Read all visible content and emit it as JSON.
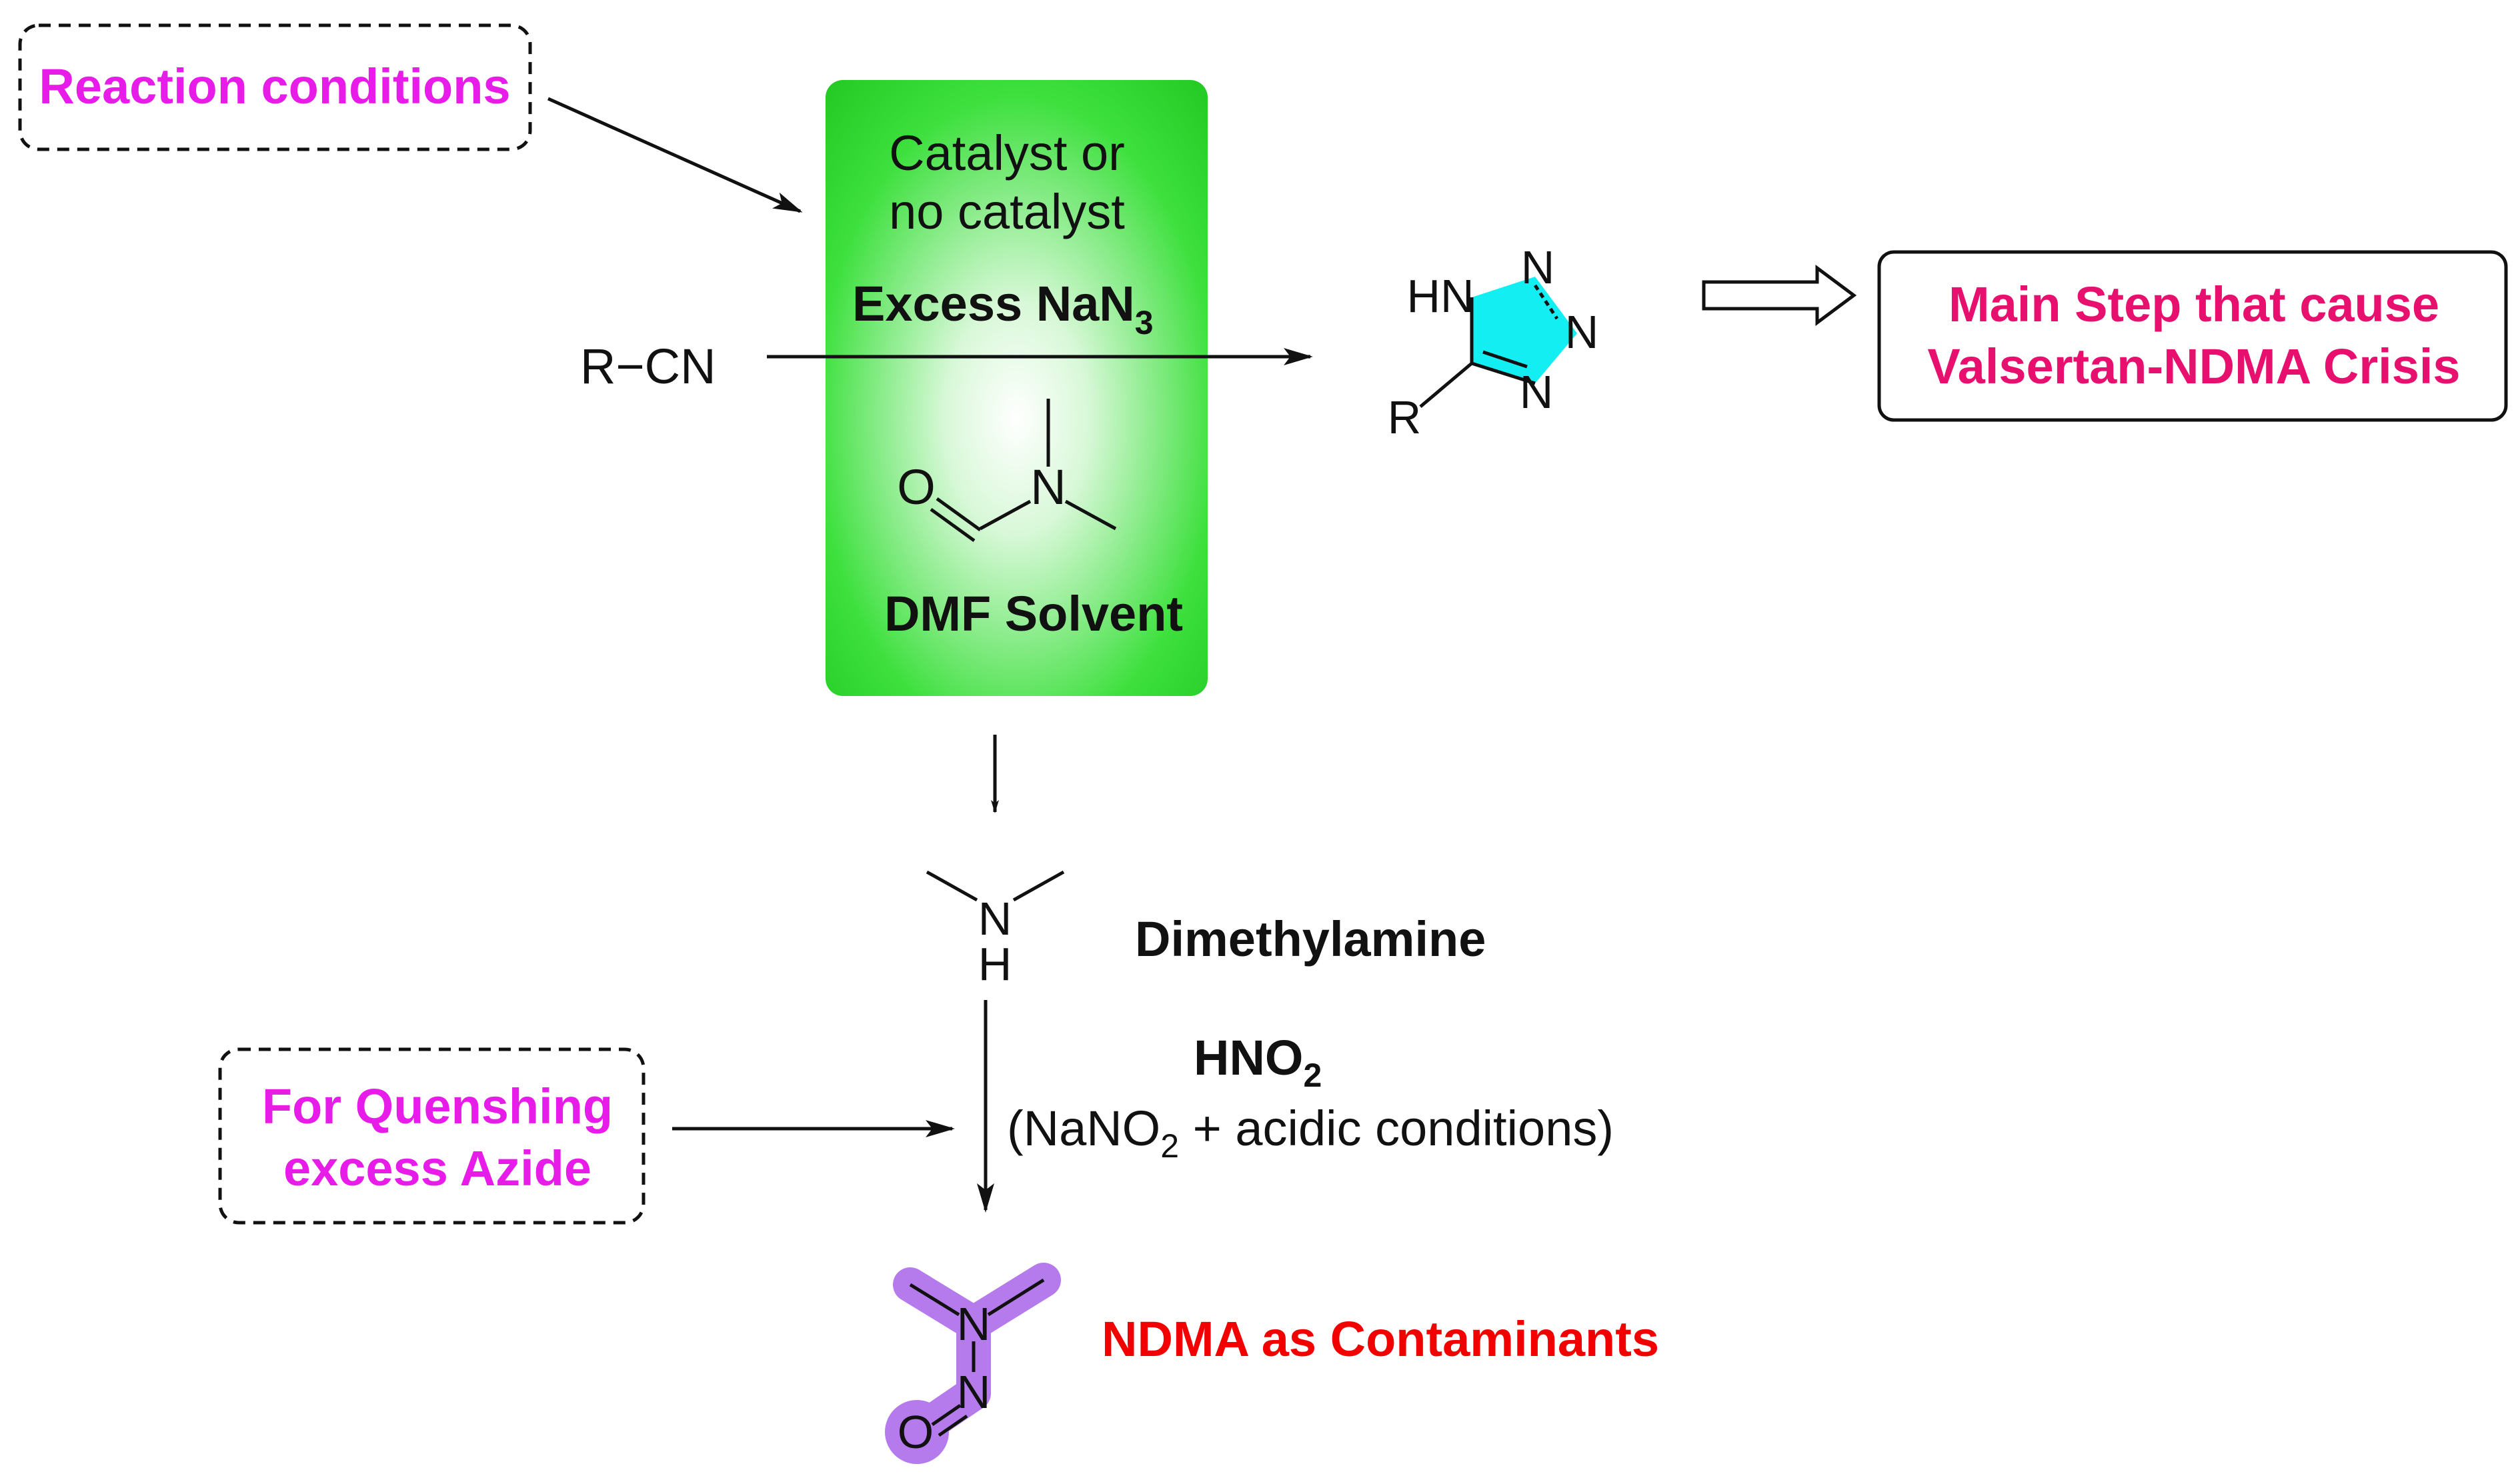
{
  "colors": {
    "magenta": "#E81CE8",
    "pink_red": "#E8106F",
    "red": "#F20000",
    "black": "#111111",
    "green_box": "#3DE03D",
    "tetrazole_fill": "#13EEF2",
    "ndma_fill": "#B57AEB"
  },
  "reaction_conditions": {
    "label": "Reaction conditions"
  },
  "green_box": {
    "catalyst_line1": "Catalyst or",
    "catalyst_line2": "no catalyst",
    "excess_prefix": "Excess NaN",
    "excess_sub": "3",
    "solvent": "DMF Solvent",
    "dmf_atoms": {
      "O": "O",
      "N": "N"
    }
  },
  "reactant": {
    "label": "R−CN"
  },
  "tetrazole": {
    "hn": "HN",
    "n": "N",
    "r": "R"
  },
  "main_step": {
    "line1": "Main Step that cause",
    "line2": "Valsertan-NDMA Crisis"
  },
  "dimethylamine": {
    "n": "N",
    "h": "H",
    "label": "Dimethylamine"
  },
  "hno2": {
    "prefix": "HNO",
    "sub": "2",
    "cond_open": "(NaNO",
    "cond_sub": "2",
    "cond_rest": " + acidic conditions)"
  },
  "quench": {
    "line1": "For Quenshing",
    "line2": "excess Azide"
  },
  "ndma": {
    "n": "N",
    "o": "O",
    "label": "NDMA as Contaminants"
  }
}
